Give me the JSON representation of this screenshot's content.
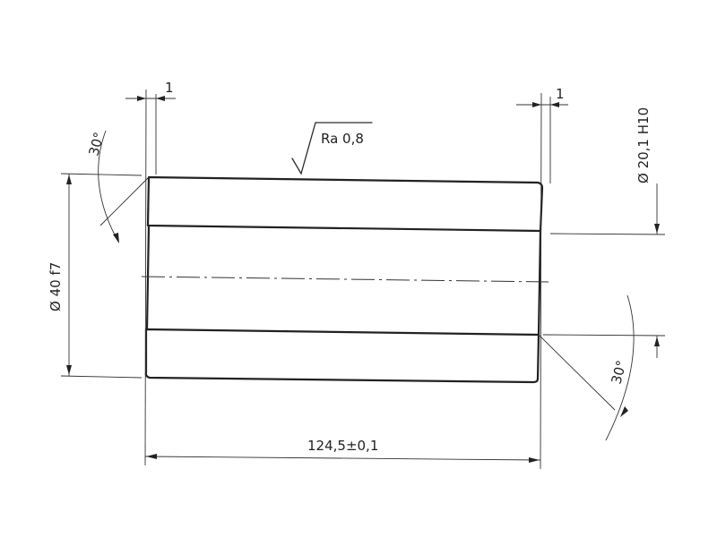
{
  "drawing": {
    "chamfer_left": "1",
    "chamfer_right": "1",
    "angle_left": "30°",
    "angle_right": "30°",
    "roughness": "Ra  0,8",
    "outer_diameter": "Ø  40 f7",
    "inner_diameter": "Ø  20,1 H10",
    "length": "124,5±0,1"
  }
}
